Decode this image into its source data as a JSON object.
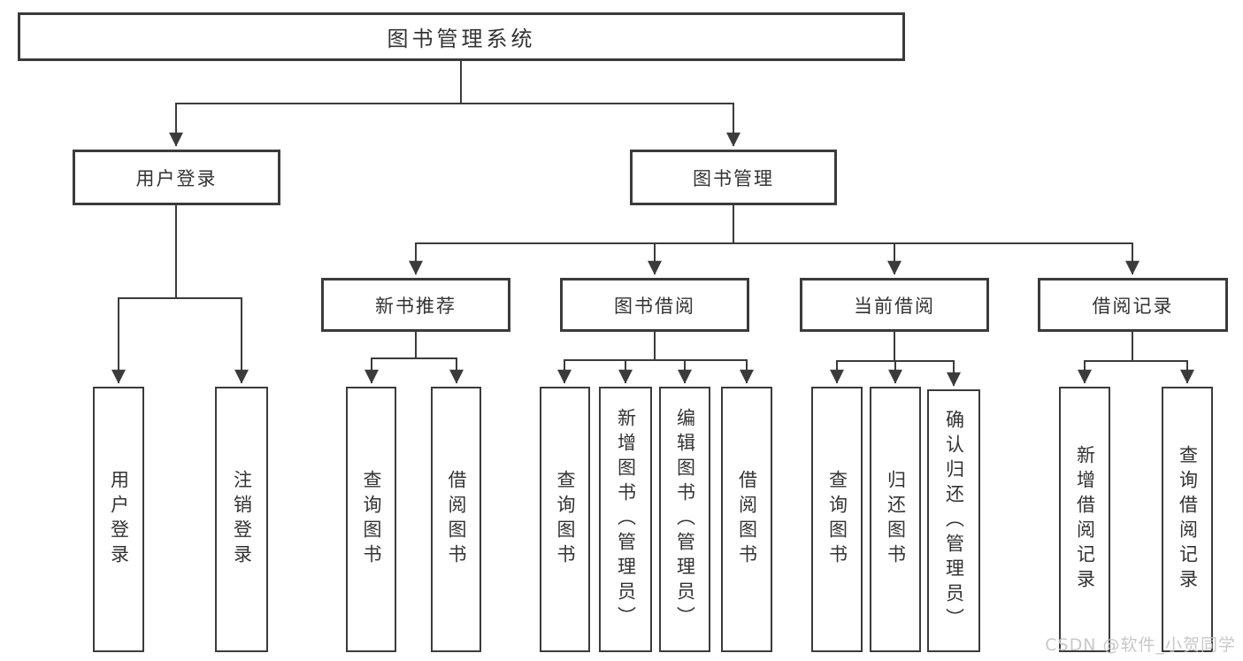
{
  "diagram": {
    "root": "图书管理系统",
    "level1": {
      "user_login": "用户登录",
      "book_management": "图书管理"
    },
    "level2": {
      "new_book_recommend": "新书推荐",
      "book_borrow": "图书借阅",
      "current_borrow": "当前借阅",
      "borrow_records": "借阅记录"
    },
    "leaves": {
      "user_login": "用户登录",
      "logout": "注销登录",
      "rec_query_books": "查询图书",
      "rec_borrow_books": "借阅图书",
      "bor_query_books": "查询图书",
      "bor_add_books": "新增图书（管理员）",
      "bor_edit_books": "编辑图书（管理员）",
      "bor_borrow_books": "借阅图书",
      "cur_query_books": "查询图书",
      "cur_return_books": "归还图书",
      "cur_confirm_return": "确认归还（管理员）",
      "log_add_record": "新增借阅记录",
      "log_query_record": "查询借阅记录"
    }
  },
  "watermark": "CSDN @软件_小贺同学",
  "colors": {
    "line": "#3b3b3b",
    "text": "#333333",
    "box_fill": "#ffffff",
    "background": "#ffffff",
    "watermark": "#c3c3c3"
  }
}
